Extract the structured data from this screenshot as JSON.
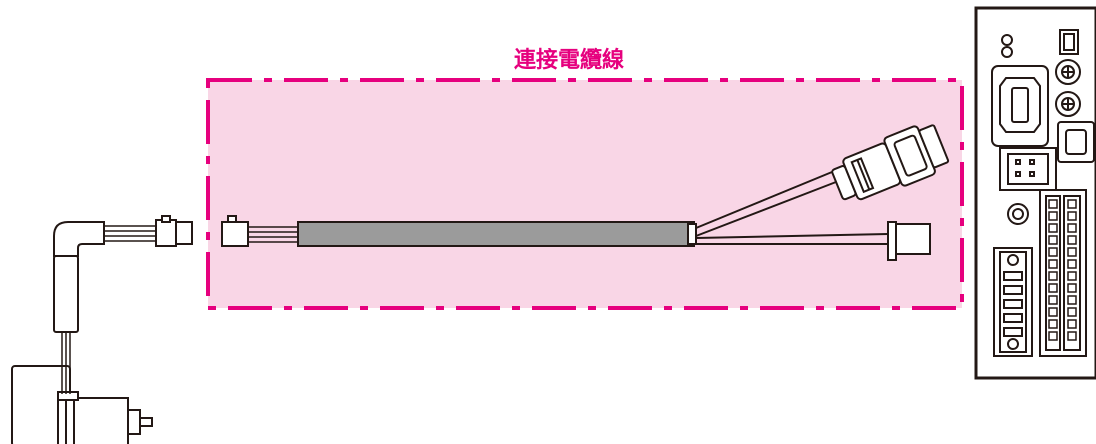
{
  "title": "連接電纜線",
  "colors": {
    "accent": "#e6007e",
    "highlight_fill": "#f9d6e6",
    "cable_sheath": "#9b9b9b",
    "outline": "#231815",
    "background": "#ffffff"
  },
  "components": [
    {
      "id": "motor",
      "icon": "motor-icon"
    },
    {
      "id": "motor-lead-connector",
      "icon": "plug-icon"
    },
    {
      "id": "connection-cable",
      "icon": "cable-icon"
    },
    {
      "id": "encoder-connector",
      "icon": "plug-icon"
    },
    {
      "id": "power-connector",
      "icon": "plug-icon"
    },
    {
      "id": "driver",
      "icon": "driver-icon"
    }
  ]
}
